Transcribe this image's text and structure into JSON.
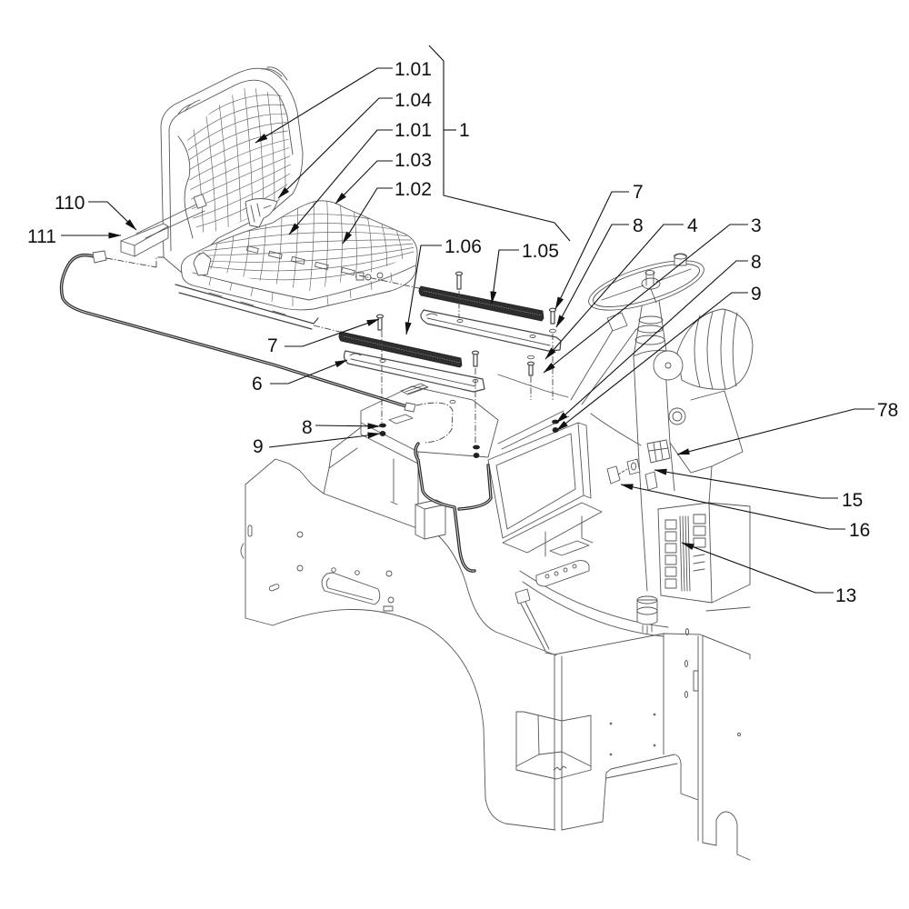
{
  "diagram": {
    "colors": {
      "background": "#ffffff",
      "ink": "#111111",
      "line": "#555555"
    },
    "callouts": [
      {
        "label": "1.01"
      },
      {
        "label": "1.04"
      },
      {
        "label": "1.01"
      },
      {
        "label": "1.03"
      },
      {
        "label": "1.02"
      },
      {
        "label": "1"
      },
      {
        "label": "110"
      },
      {
        "label": "111"
      },
      {
        "label": "1.06"
      },
      {
        "label": "1.05"
      },
      {
        "label": "7"
      },
      {
        "label": "8"
      },
      {
        "label": "4"
      },
      {
        "label": "3"
      },
      {
        "label": "8"
      },
      {
        "label": "9"
      },
      {
        "label": "7"
      },
      {
        "label": "6"
      },
      {
        "label": "8"
      },
      {
        "label": "9"
      },
      {
        "label": "78"
      },
      {
        "label": "15"
      },
      {
        "label": "16"
      },
      {
        "label": "13"
      }
    ]
  }
}
